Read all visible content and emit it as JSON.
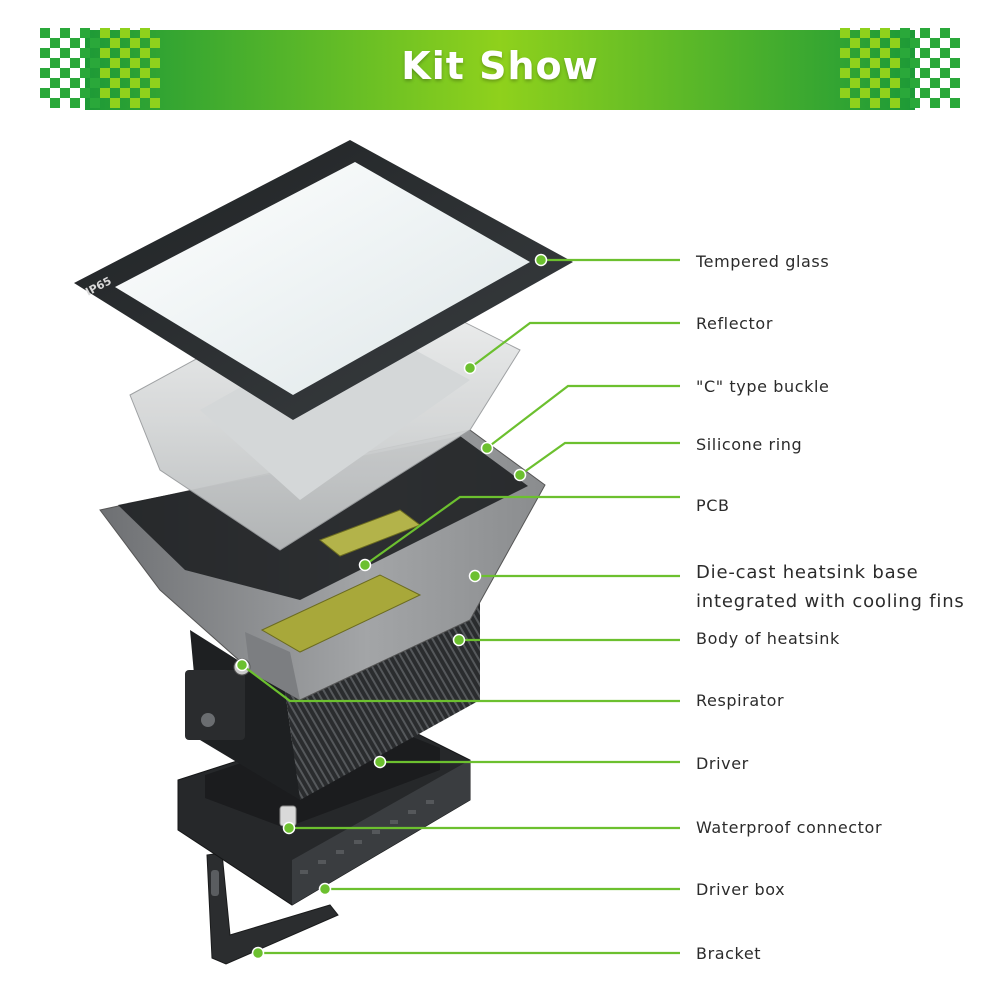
{
  "banner": {
    "title": "Kit Show",
    "gradient_from": "#1d9a37",
    "gradient_to": "#8fd11c"
  },
  "product": {
    "glass_marking": "IP65"
  },
  "colors": {
    "leader_line": "#6cc02f",
    "leader_dot": "#6cc02f",
    "label_text": "#2b2b2b",
    "housing": "#8d8f91",
    "pcb": "#a8a83a"
  },
  "callouts": [
    {
      "id": "tempered-glass",
      "label": "Tempered glass"
    },
    {
      "id": "reflector",
      "label": "Reflector"
    },
    {
      "id": "c-type-buckle",
      "label": "\"C\" type buckle"
    },
    {
      "id": "silicone-ring",
      "label": "Silicone  ring"
    },
    {
      "id": "pcb",
      "label": "PCB"
    },
    {
      "id": "die-cast-heatsink-base",
      "label_line1": "Die-cast heatsink base",
      "label_line2": "integrated with cooling fins"
    },
    {
      "id": "body-of-heatsink",
      "label": "Body of heatsink"
    },
    {
      "id": "respirator",
      "label": "Respirator"
    },
    {
      "id": "driver",
      "label": "Driver"
    },
    {
      "id": "waterproof-connector",
      "label": "Waterproof connector"
    },
    {
      "id": "driver-box",
      "label": "Driver box"
    },
    {
      "id": "bracket",
      "label": "Bracket"
    }
  ]
}
